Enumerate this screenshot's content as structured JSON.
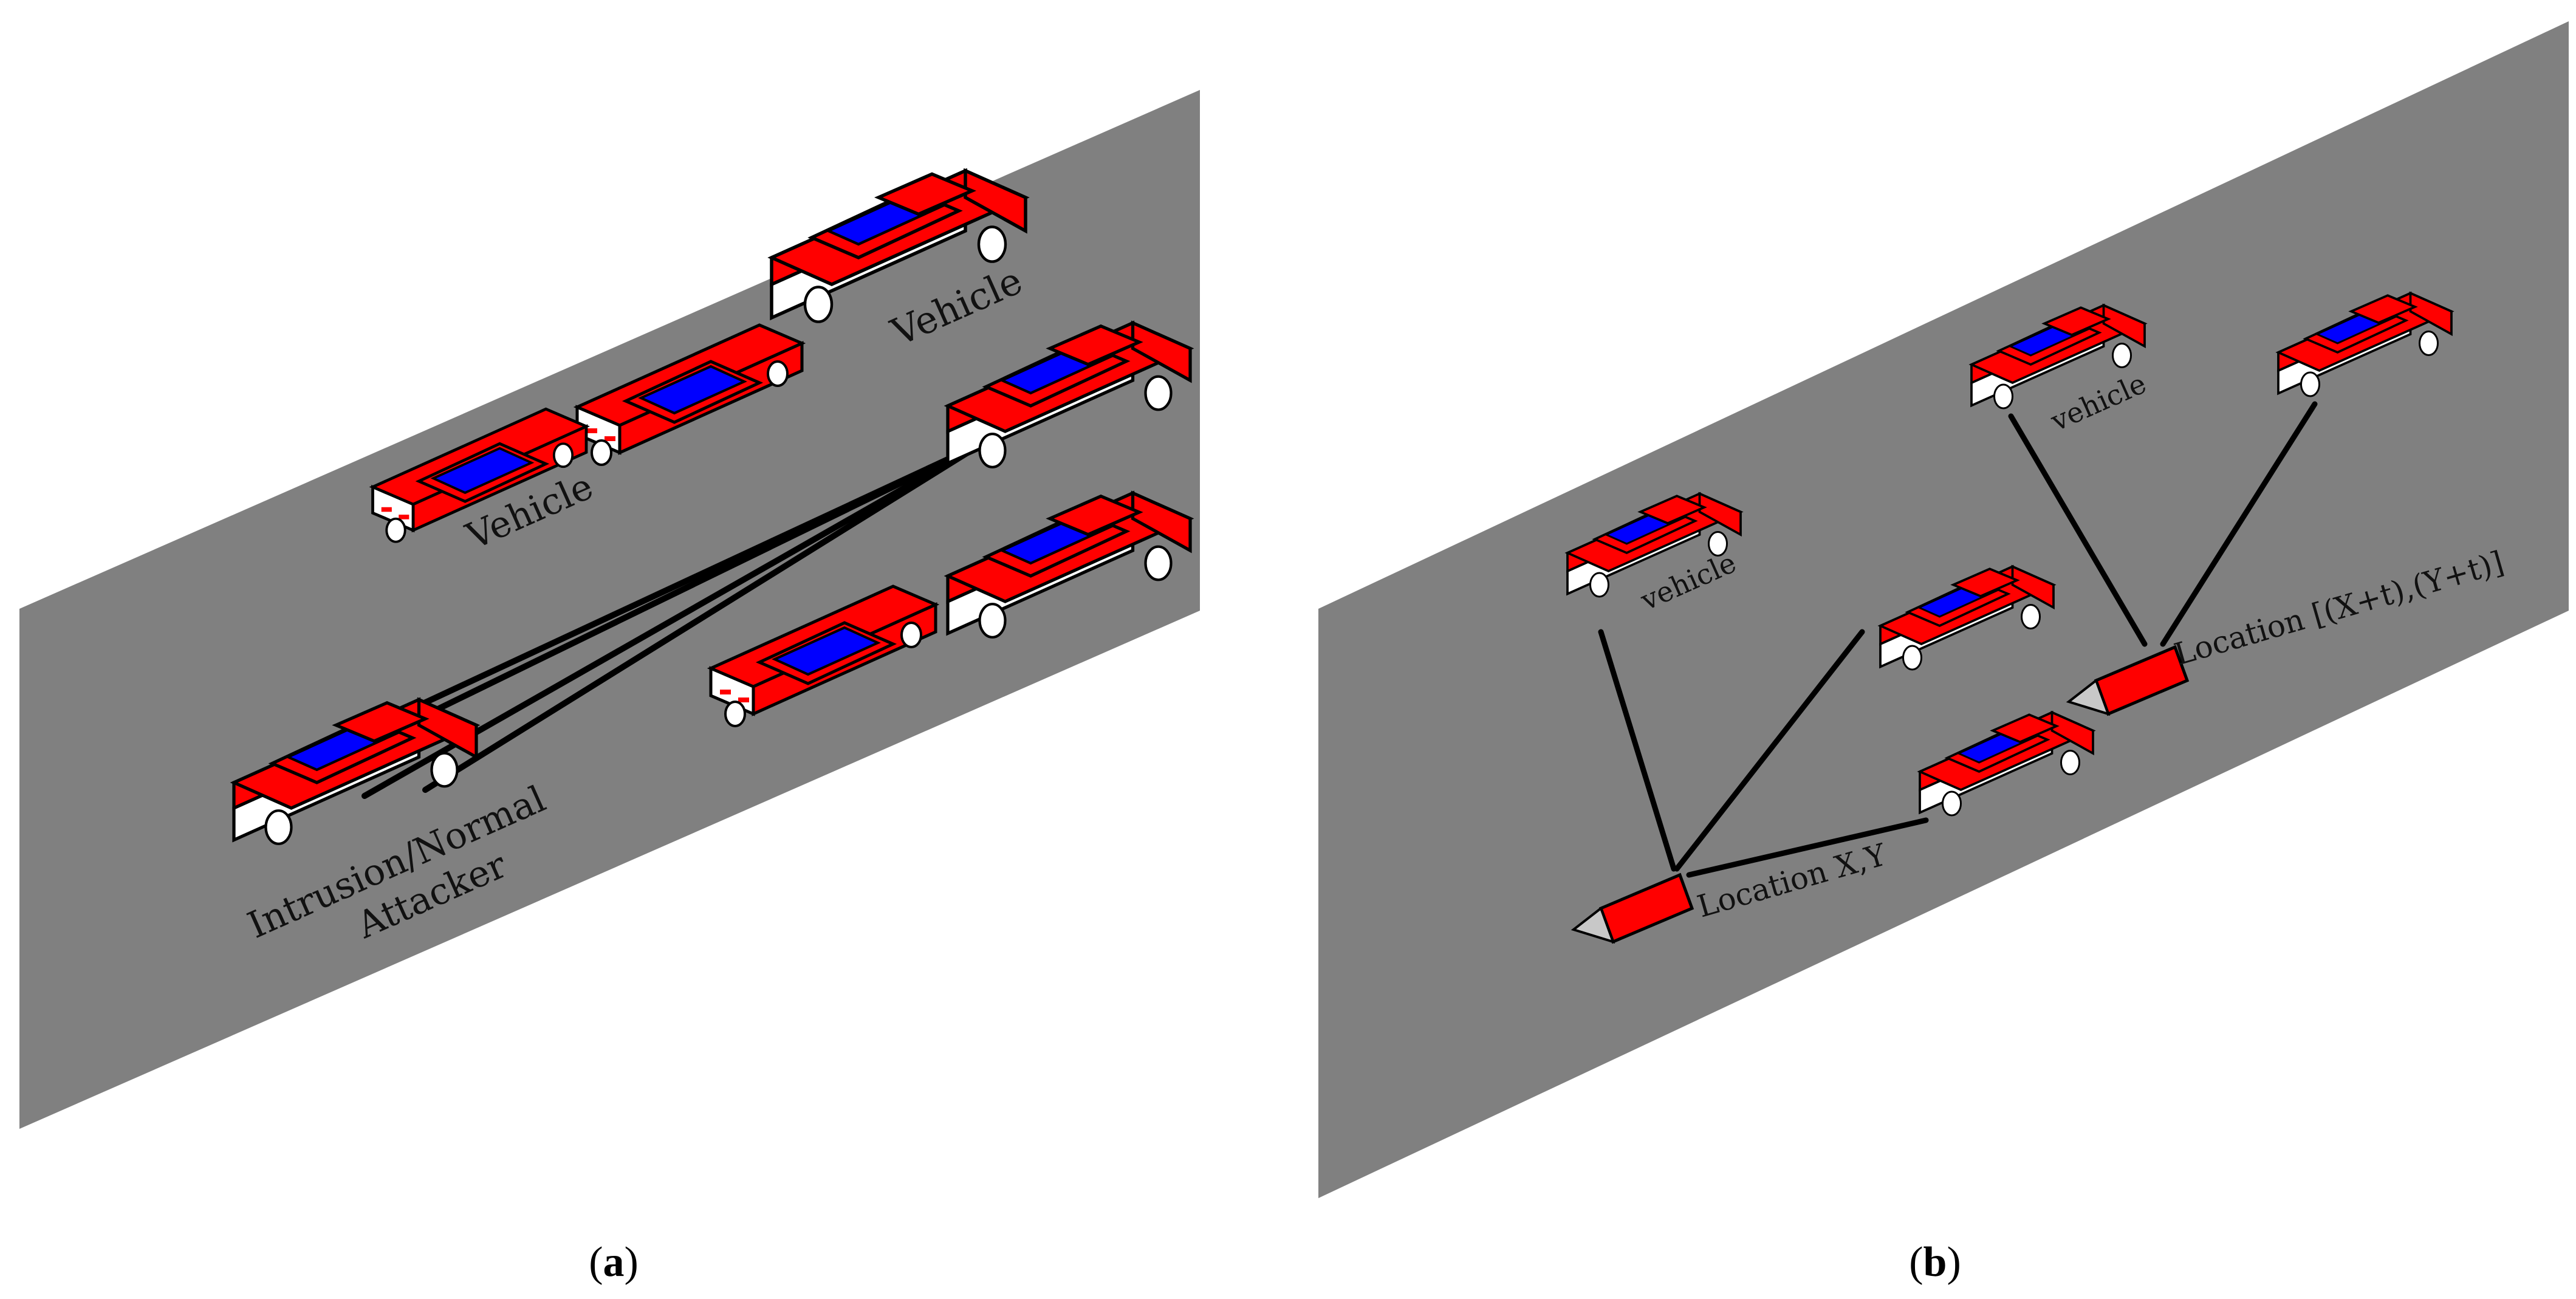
{
  "colors": {
    "road": "#808080",
    "car_body": "#ff0000",
    "car_glass": "#0000ff",
    "outline": "#000000",
    "white": "#ffffff",
    "link": "#000000"
  },
  "panel_a": {
    "caption_open": "(",
    "caption_letter": "a",
    "caption_close": ")",
    "label_vehicle_top": "Vehicle",
    "label_vehicle_left": "Vehicle",
    "label_attacker_line1": "Intrusion/Normal",
    "label_attacker_line2": "Attacker"
  },
  "panel_b": {
    "caption_open": "(",
    "caption_letter": "b",
    "caption_close": ")",
    "label_vehicle_1": "vehicle",
    "label_vehicle_2": "vehicle",
    "label_location_1": "Location X,Y",
    "label_location_2": "Location [(X+t),(Y+t)]"
  }
}
